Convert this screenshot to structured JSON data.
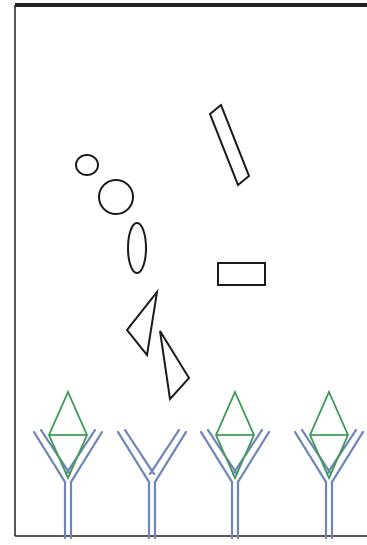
{
  "diagram": {
    "colors": {
      "frame": "#222222",
      "shape_stroke": "#1a1a1a",
      "antibody_blue": "#6f86b8",
      "antigen_green": "#3f9a55",
      "background": "#ffffff"
    },
    "free_shapes": [
      {
        "kind": "ellipse"
      },
      {
        "kind": "circle"
      },
      {
        "kind": "ellipse"
      },
      {
        "kind": "triangle"
      },
      {
        "kind": "triangle"
      },
      {
        "kind": "rectangle"
      },
      {
        "kind": "rectangle"
      }
    ],
    "antibodies": [
      {
        "bound_antigen": true
      },
      {
        "bound_antigen": false
      },
      {
        "bound_antigen": true
      },
      {
        "bound_antigen": true
      }
    ]
  }
}
